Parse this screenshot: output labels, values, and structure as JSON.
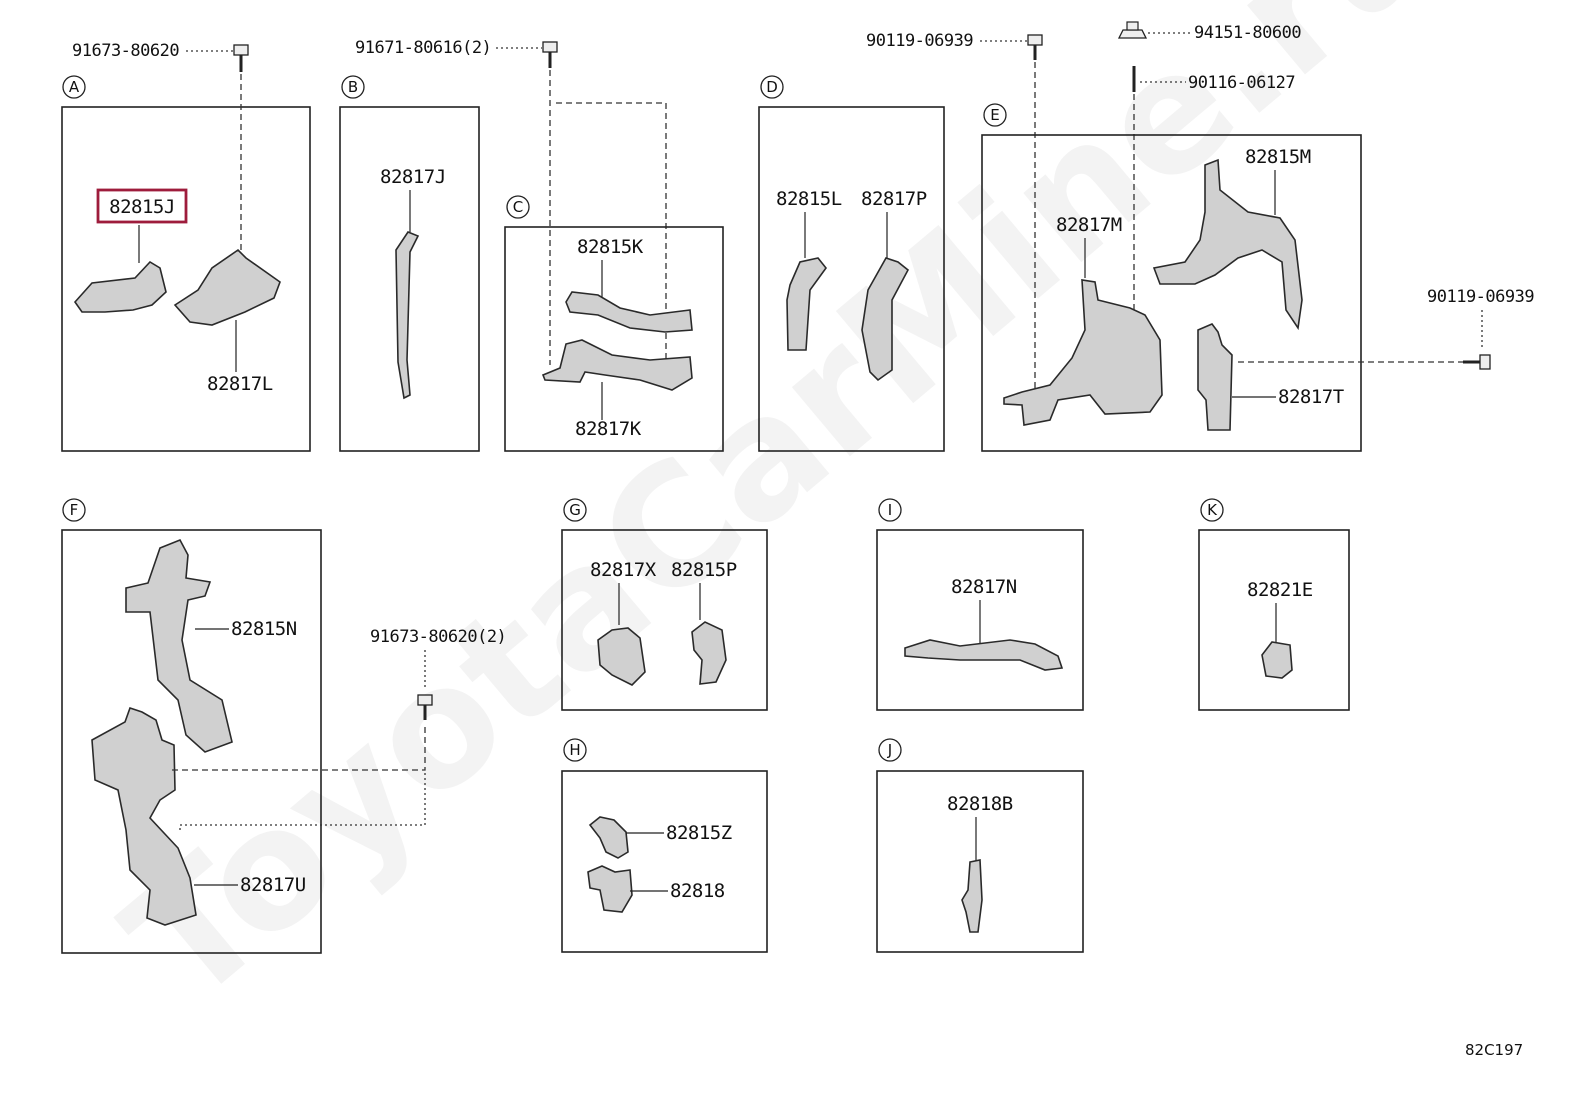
{
  "watermark": "ToyotaCarMine.ru",
  "diagram_code": "82C197",
  "sections": {
    "a": "A",
    "b": "B",
    "c": "C",
    "d": "D",
    "e": "E",
    "f": "F",
    "g": "G",
    "h": "H",
    "i": "I",
    "j": "J",
    "k": "K"
  },
  "parts": {
    "p82815J": "82815J",
    "p82817L": "82817L",
    "p82817J": "82817J",
    "p82815K": "82815K",
    "p82817K": "82817K",
    "p82815L": "82815L",
    "p82817P": "82817P",
    "p82815M": "82815M",
    "p82817M": "82817M",
    "p82817T": "82817T",
    "p82815N": "82815N",
    "p82817U": "82817U",
    "p82817X": "82817X",
    "p82815P": "82815P",
    "p82817N": "82817N",
    "p82821E": "82821E",
    "p82815Z": "82815Z",
    "p82818": "82818",
    "p82818B": "82818B"
  },
  "fasteners": {
    "f91673_a": "91673-80620",
    "f91671": "91671-80616(2)",
    "f90119_top": "90119-06939",
    "f94151": "94151-80600",
    "f90116": "90116-06127",
    "f90119_right": "90119-06939",
    "f91673_f": "91673-80620(2)"
  },
  "highlighted_part": "82815J"
}
